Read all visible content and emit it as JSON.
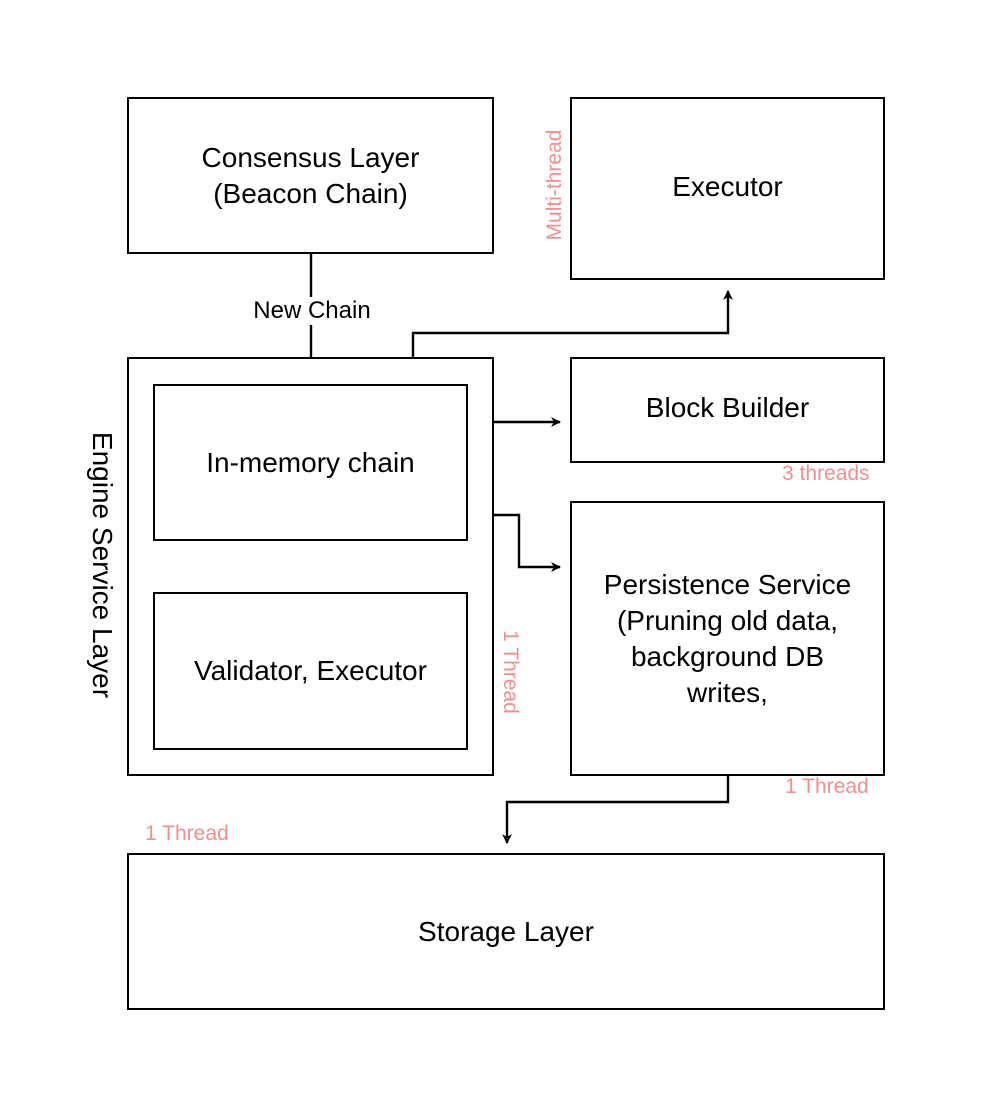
{
  "nodes": {
    "consensus": {
      "line1": "Consensus Layer",
      "line2": "(Beacon Chain)"
    },
    "executor": {
      "label": "Executor"
    },
    "engine_service": {
      "label": "Engine Service Layer"
    },
    "in_memory_chain": {
      "label": "In-memory chain"
    },
    "validator_executor": {
      "label": "Validator, Executor"
    },
    "block_builder": {
      "label": "Block Builder"
    },
    "persistence": {
      "line1": "Persistence Service",
      "line2": "(Pruning old data,",
      "line3": "background DB",
      "line4": "writes,"
    },
    "storage": {
      "label": "Storage Layer"
    }
  },
  "edges": {
    "consensus_to_chain": {
      "label": "New Chain"
    }
  },
  "thread_notes": {
    "executor": "Multi-thread",
    "block_builder": "3 threads",
    "engine_service": "1 Thread",
    "persistence": "1 Thread",
    "storage": "1 Thread"
  },
  "colors": {
    "stroke": "#000000",
    "note": "#f08f8f",
    "background": "#ffffff"
  }
}
